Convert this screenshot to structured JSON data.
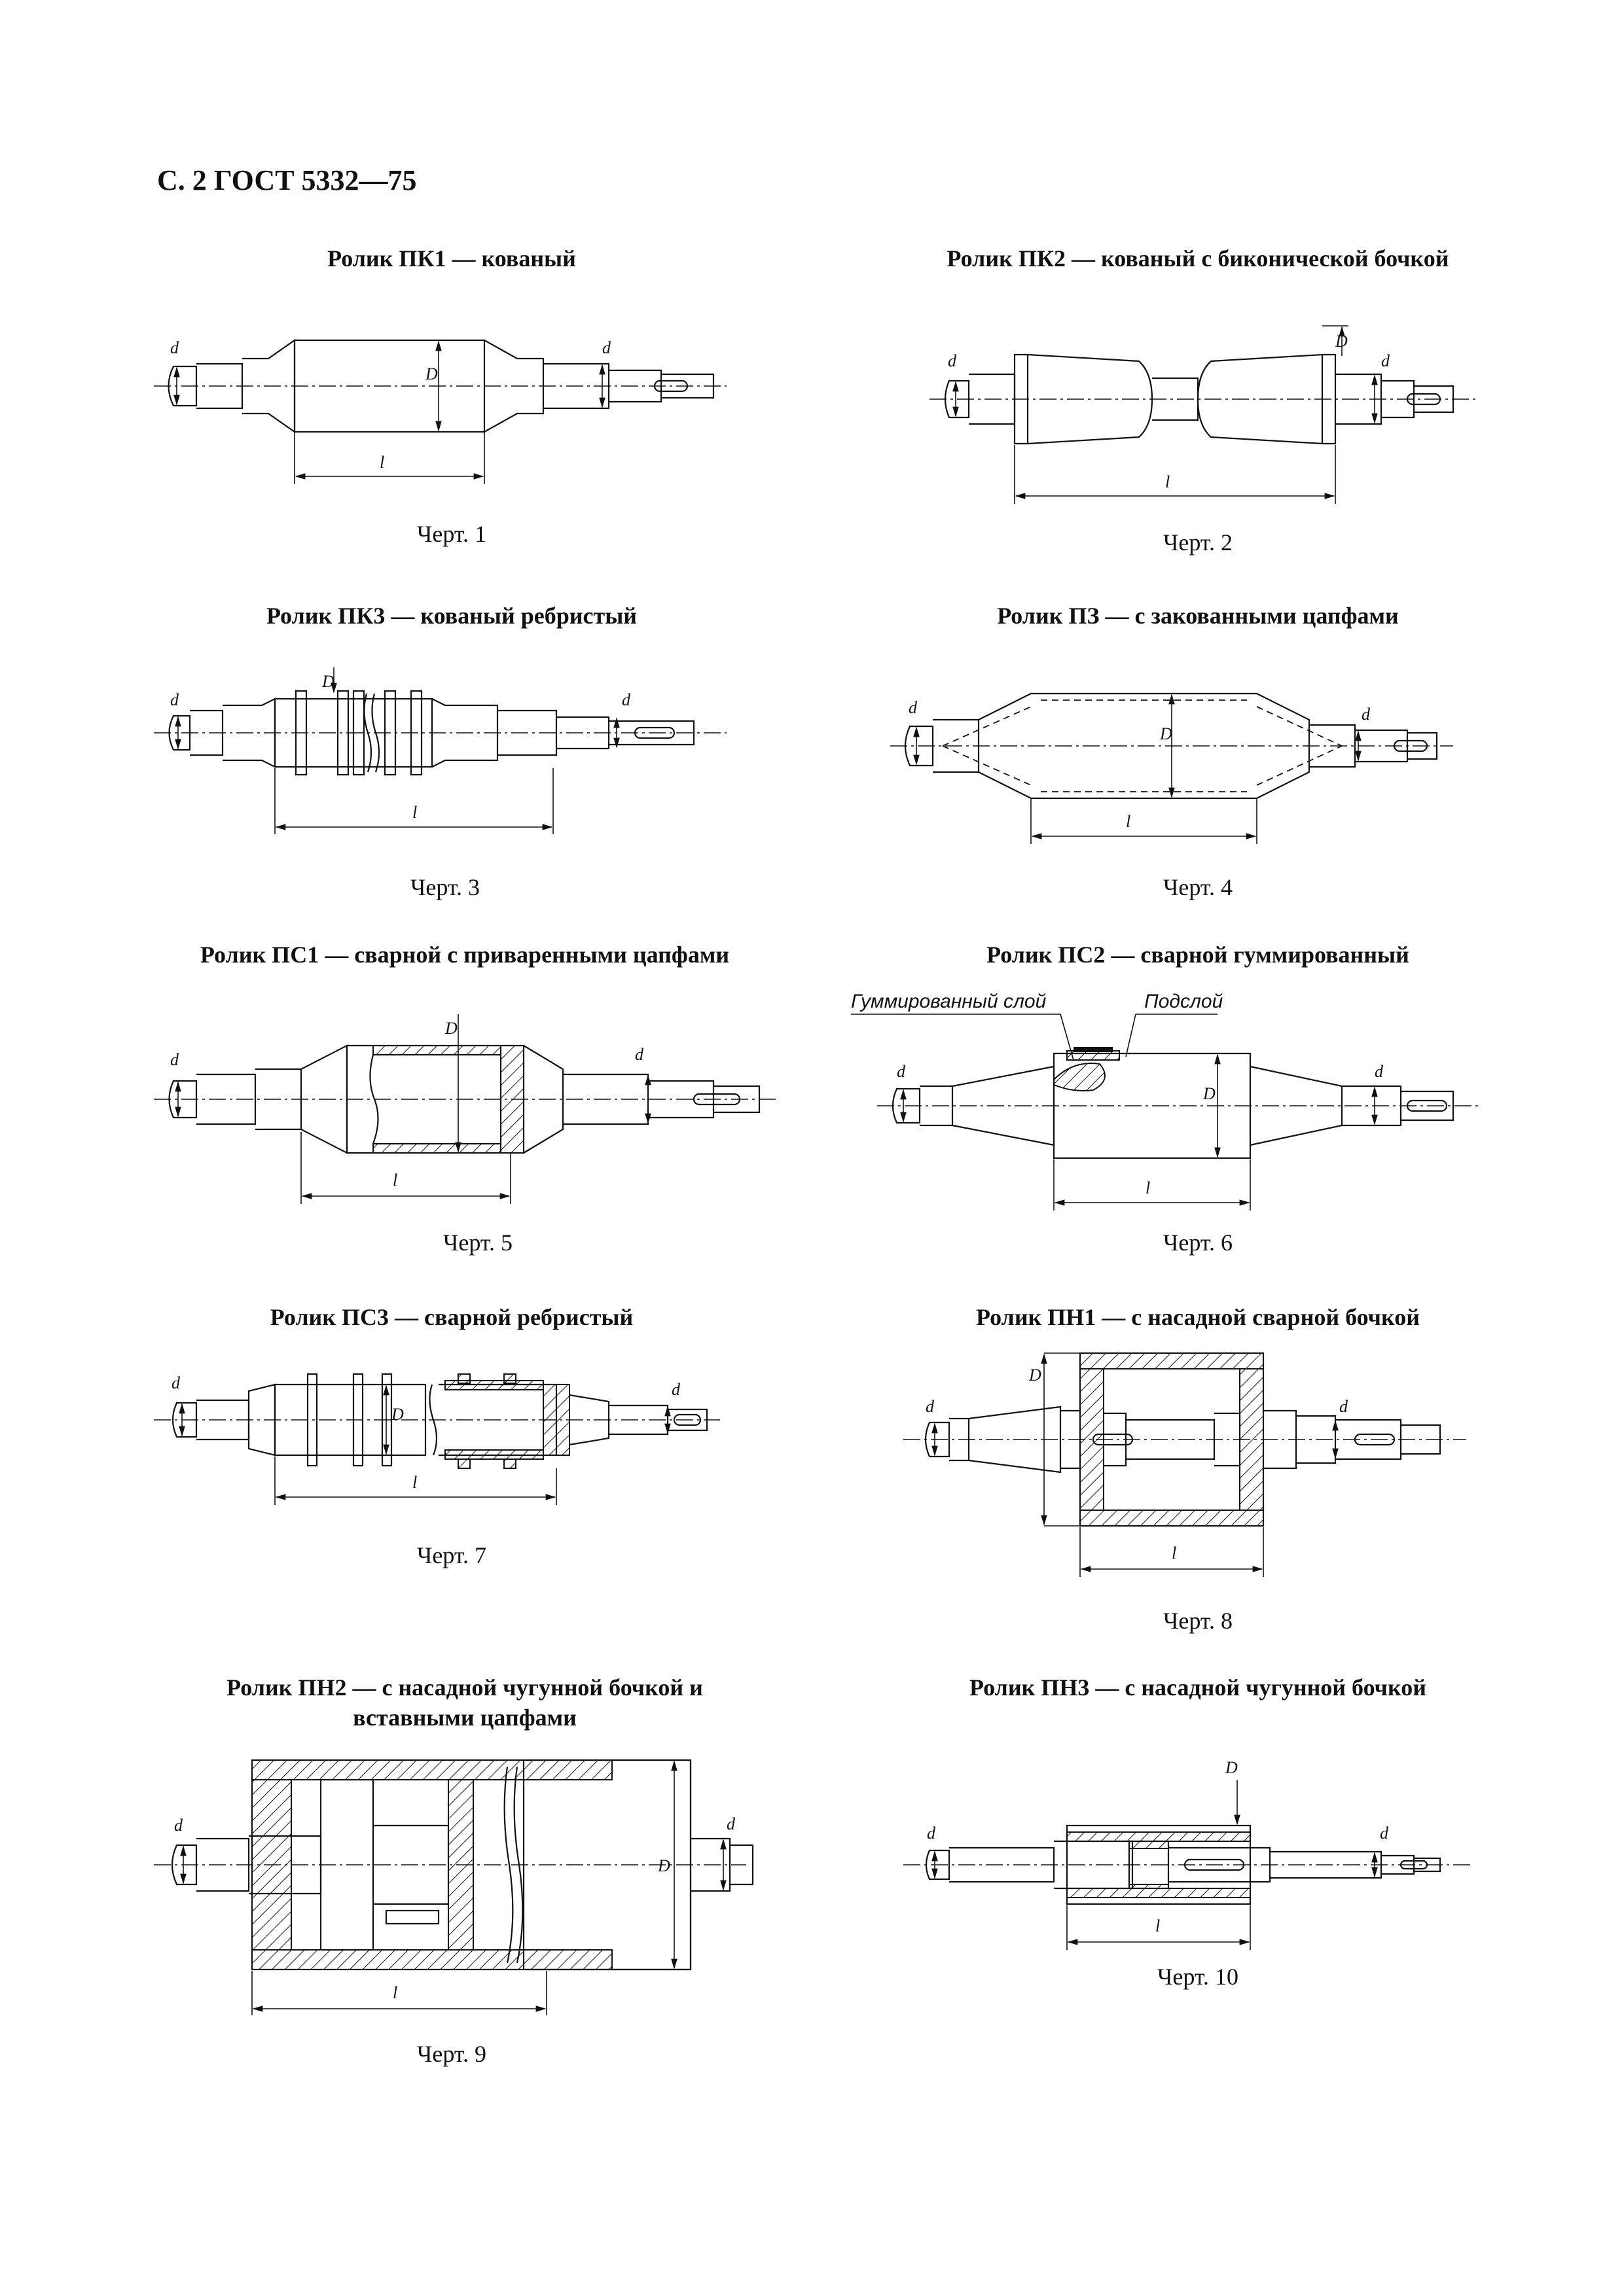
{
  "header": "С. 2 ГОСТ 5332—75",
  "figures": [
    {
      "title": "Ролик ПК1 — кованый",
      "caption": "Черт. 1"
    },
    {
      "title": "Ролик ПК2 — кованый с биконической бочкой",
      "caption": "Черт. 2"
    },
    {
      "title": "Ролик ПК3 — кованый ребристый",
      "caption": "Черт. 3"
    },
    {
      "title": "Ролик ПЗ — с закованными цапфами",
      "caption": "Черт. 4"
    },
    {
      "title": "Ролик ПС1 — сварной с приваренными цапфами",
      "caption": "Черт. 5"
    },
    {
      "title": "Ролик ПС2 — сварной гуммированный",
      "caption": "Черт. 6"
    },
    {
      "title": "Ролик ПС3 — сварной ребристый",
      "caption": "Черт. 7"
    },
    {
      "title": "Ролик ПН1 — с насадной сварной бочкой",
      "caption": "Черт. 8"
    },
    {
      "title": "Ролик ПН2 — с насадной чугунной бочкой и вставными цапфами",
      "caption": "Черт. 9"
    },
    {
      "title": "Ролик ПН3 — с насадной чугунной бочкой",
      "caption": "Черт. 10"
    }
  ],
  "callouts": {
    "rubber_layer": "Гуммированный слой",
    "sublayer": "Подслой"
  },
  "dim_labels": {
    "shaft": "d",
    "barrel": "D",
    "length": "l"
  }
}
